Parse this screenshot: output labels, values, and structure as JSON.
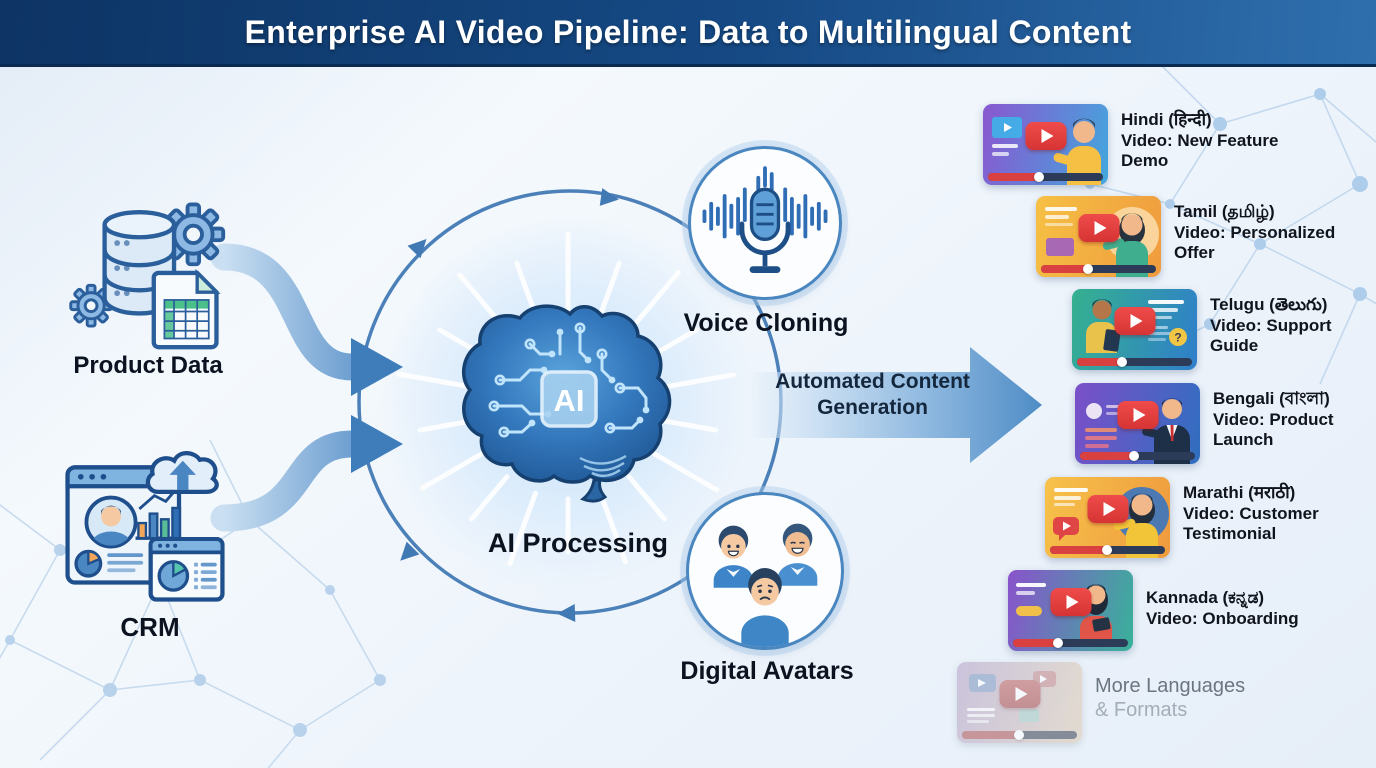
{
  "header": {
    "title": "Enterprise AI Video Pipeline: Data to Multilingual Content"
  },
  "sources": [
    {
      "id": "product-data",
      "label": "Product Data"
    },
    {
      "id": "crm",
      "label": "CRM"
    }
  ],
  "center": {
    "chip_label": "AI",
    "label": "AI Processing"
  },
  "modules": [
    {
      "id": "voice-cloning",
      "label": "Voice Cloning"
    },
    {
      "id": "digital-avatars",
      "label": "Digital Avatars"
    }
  ],
  "flow_arrow": {
    "line1": "Automated Content",
    "line2": "Generation"
  },
  "outputs": [
    {
      "label": "Hindi (हिन्दी)",
      "subtitle": "Video: New Feature Demo",
      "thumb_from": "#8a57d0",
      "thumb_to": "#43a7dd",
      "progress": 45
    },
    {
      "label": "Tamil (தமிழ்)",
      "subtitle": "Video: Personalized Offer",
      "thumb_from": "#f6c044",
      "thumb_to": "#ef9b3e",
      "progress": 42
    },
    {
      "label": "Telugu (తెలుగు)",
      "subtitle": "Video: Support Guide",
      "thumb_from": "#35b18f",
      "thumb_to": "#2f7ecb",
      "progress": 40
    },
    {
      "label": "Bengali (বাংলা)",
      "subtitle": "Video: Product Launch",
      "thumb_from": "#7b4fc8",
      "thumb_to": "#2f6fc0",
      "progress": 48
    },
    {
      "label": "Marathi (मराठी)",
      "subtitle": "Video: Customer Testimonial",
      "thumb_from": "#f6c24a",
      "thumb_to": "#ef9a3e",
      "progress": 50
    },
    {
      "label": "Kannada (ಕನ್ನಡ)",
      "subtitle": "Video: Onboarding",
      "thumb_from": "#8a52cc",
      "thumb_to": "#38b29a",
      "progress": 40
    },
    {
      "label": "More Languages",
      "subtitle": "& Formats",
      "thumb_from": "#b99bd9",
      "thumb_to": "#e9c99b",
      "progress": 50
    }
  ],
  "colors": {
    "banner_navy": "#123b6d",
    "flow_blue": "#3f7cba",
    "ring_blue": "#4179b5",
    "play_red": "#e13d3d",
    "progress_track": "#2c3c58",
    "progress_fill": "#d94040"
  }
}
